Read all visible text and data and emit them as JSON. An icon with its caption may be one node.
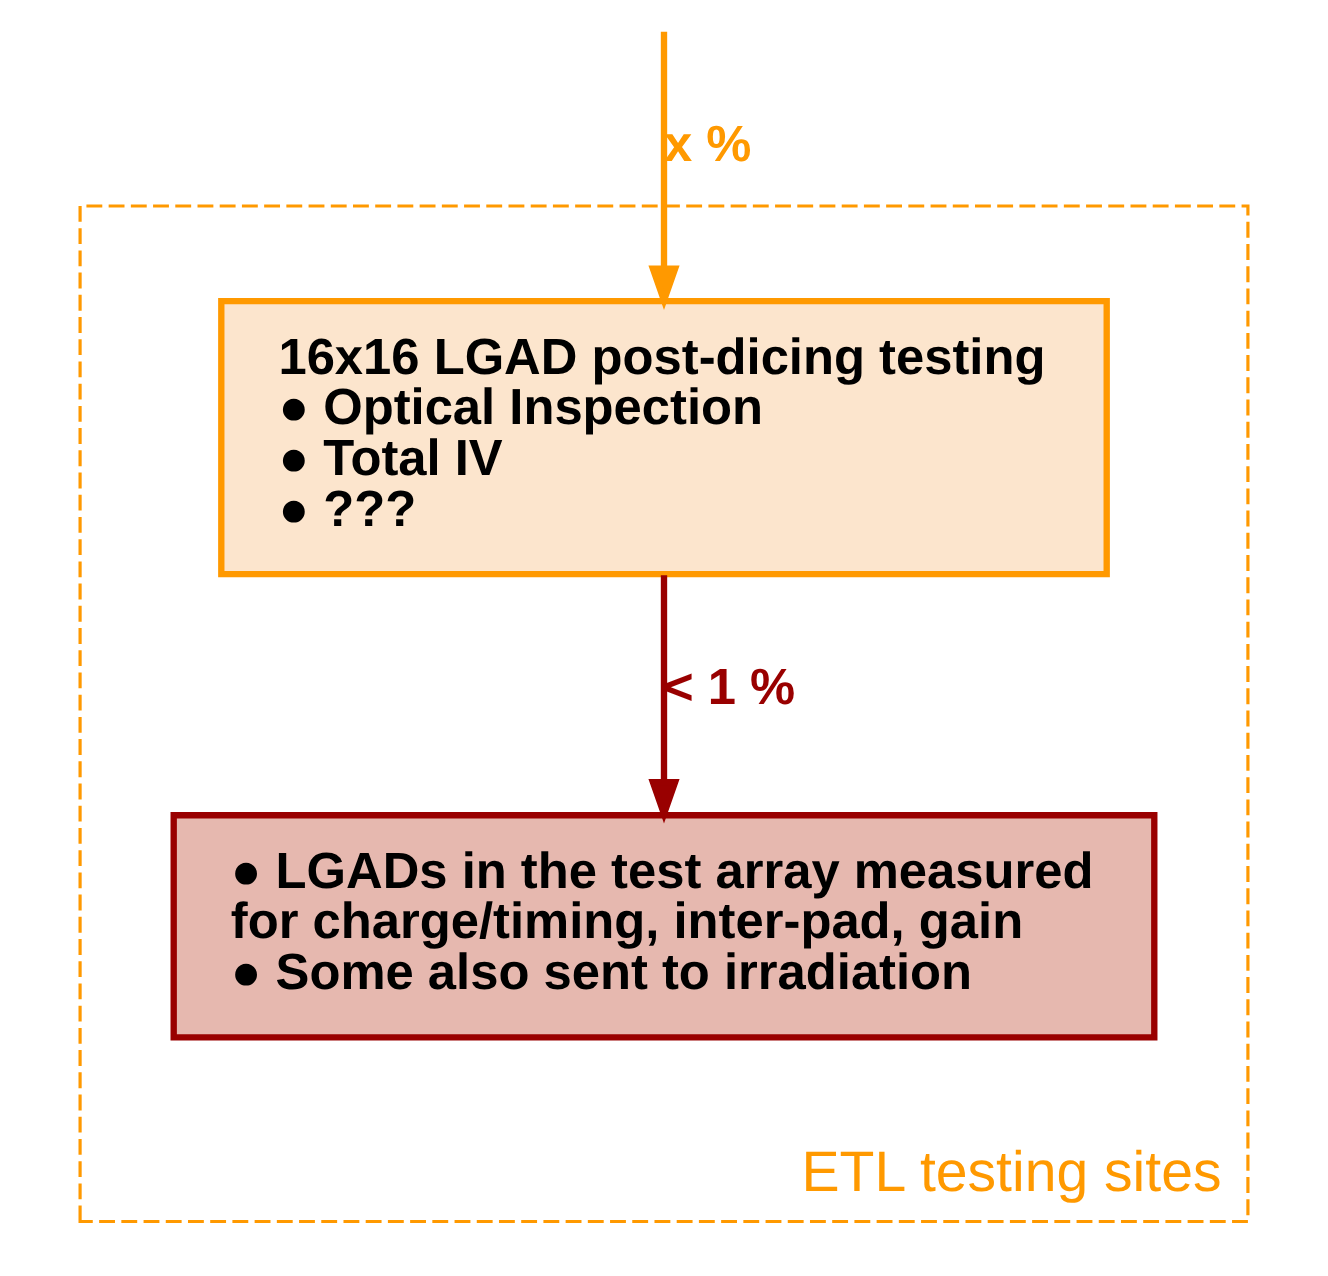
{
  "diagram": {
    "nodes": [
      {
        "text": [
          "ETL testing sites"
        ]
      },
      {
        "text": [
          "16x16 LGAD post-dicing testing",
          "● Optical Inspection",
          "● Total IV",
          "● ???"
        ],
        "in": 0
      },
      {
        "text": [
          "● LGADs in the test array measured for charge/timing, inter-pad, gain",
          "● Some also sent to irradiation"
        ],
        "in": 0
      }
    ],
    "edges": [
      {
        "from": null,
        "to": 1,
        "arrow": "to",
        "label": "x %",
        "color": "#ff9900"
      },
      {
        "from": 1,
        "to": 2,
        "arrow": "to",
        "label": "< 1 %",
        "color": "#990000"
      }
    ]
  }
}
